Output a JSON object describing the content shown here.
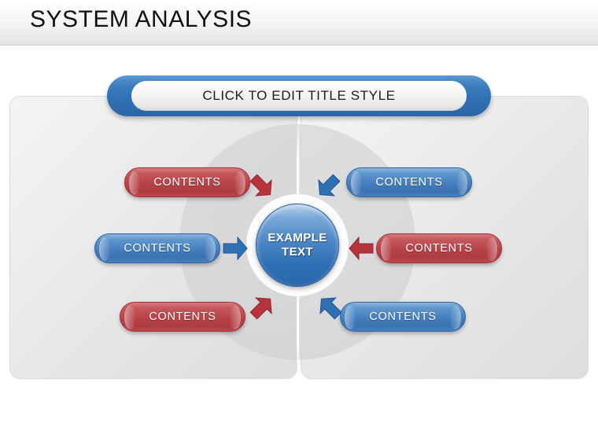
{
  "header": {
    "title": "SYSTEM ANALYSIS"
  },
  "slide": {
    "title_banner": {
      "text": "CLICK TO EDIT TITLE STYLE"
    },
    "center": {
      "line1": "EXAMPLE",
      "line2": "TEXT"
    },
    "nodes": [
      {
        "id": "top-left",
        "label": "CONTENTS",
        "color": "red",
        "accent": "#b8444a",
        "arrow": "arrow-down-right-icon"
      },
      {
        "id": "top-right",
        "label": "CONTENTS",
        "color": "blue",
        "accent": "#4680bf",
        "arrow": "arrow-down-left-icon"
      },
      {
        "id": "middle-left",
        "label": "CONTENTS",
        "color": "blue",
        "accent": "#4680bf",
        "arrow": "arrow-right-icon"
      },
      {
        "id": "middle-right",
        "label": "CONTENTS",
        "color": "red",
        "accent": "#b8444a",
        "arrow": "arrow-left-icon"
      },
      {
        "id": "bottom-left",
        "label": "CONTENTS",
        "color": "red",
        "accent": "#b8444a",
        "arrow": "arrow-up-right-icon"
      },
      {
        "id": "bottom-right",
        "label": "CONTENTS",
        "color": "blue",
        "accent": "#4680bf",
        "arrow": "arrow-up-left-icon"
      }
    ],
    "colors": {
      "banner_blue": "#2f6fb2",
      "node_blue": "#4680bf",
      "node_red": "#b8444a",
      "center_blue": "#2f6fb4",
      "panel_grey": "#e7e7e8",
      "header_grey": "#ebebeb"
    }
  }
}
